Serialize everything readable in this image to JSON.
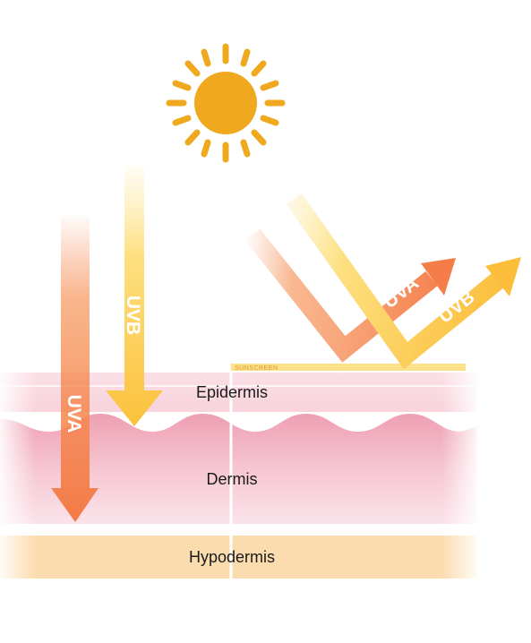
{
  "diagram": {
    "layers": {
      "epidermis": "Epidermis",
      "dermis": "Dermis",
      "hypodermis": "Hypodermis"
    },
    "rays": {
      "uva_direct": "UVA",
      "uvb_direct": "UVB",
      "uva_reflected": "UVA",
      "uvb_reflected": "UVB"
    },
    "sunscreen_label": "SUNSCREEN",
    "colors": {
      "sun": "#f0a81e",
      "uva": "#f47d4a",
      "uvb": "#fbc53a",
      "skin": "#f3c2cf",
      "hypodermis": "#fbdcae",
      "sunscreen": "#fce08a"
    },
    "icons": [
      "sun-icon"
    ]
  }
}
